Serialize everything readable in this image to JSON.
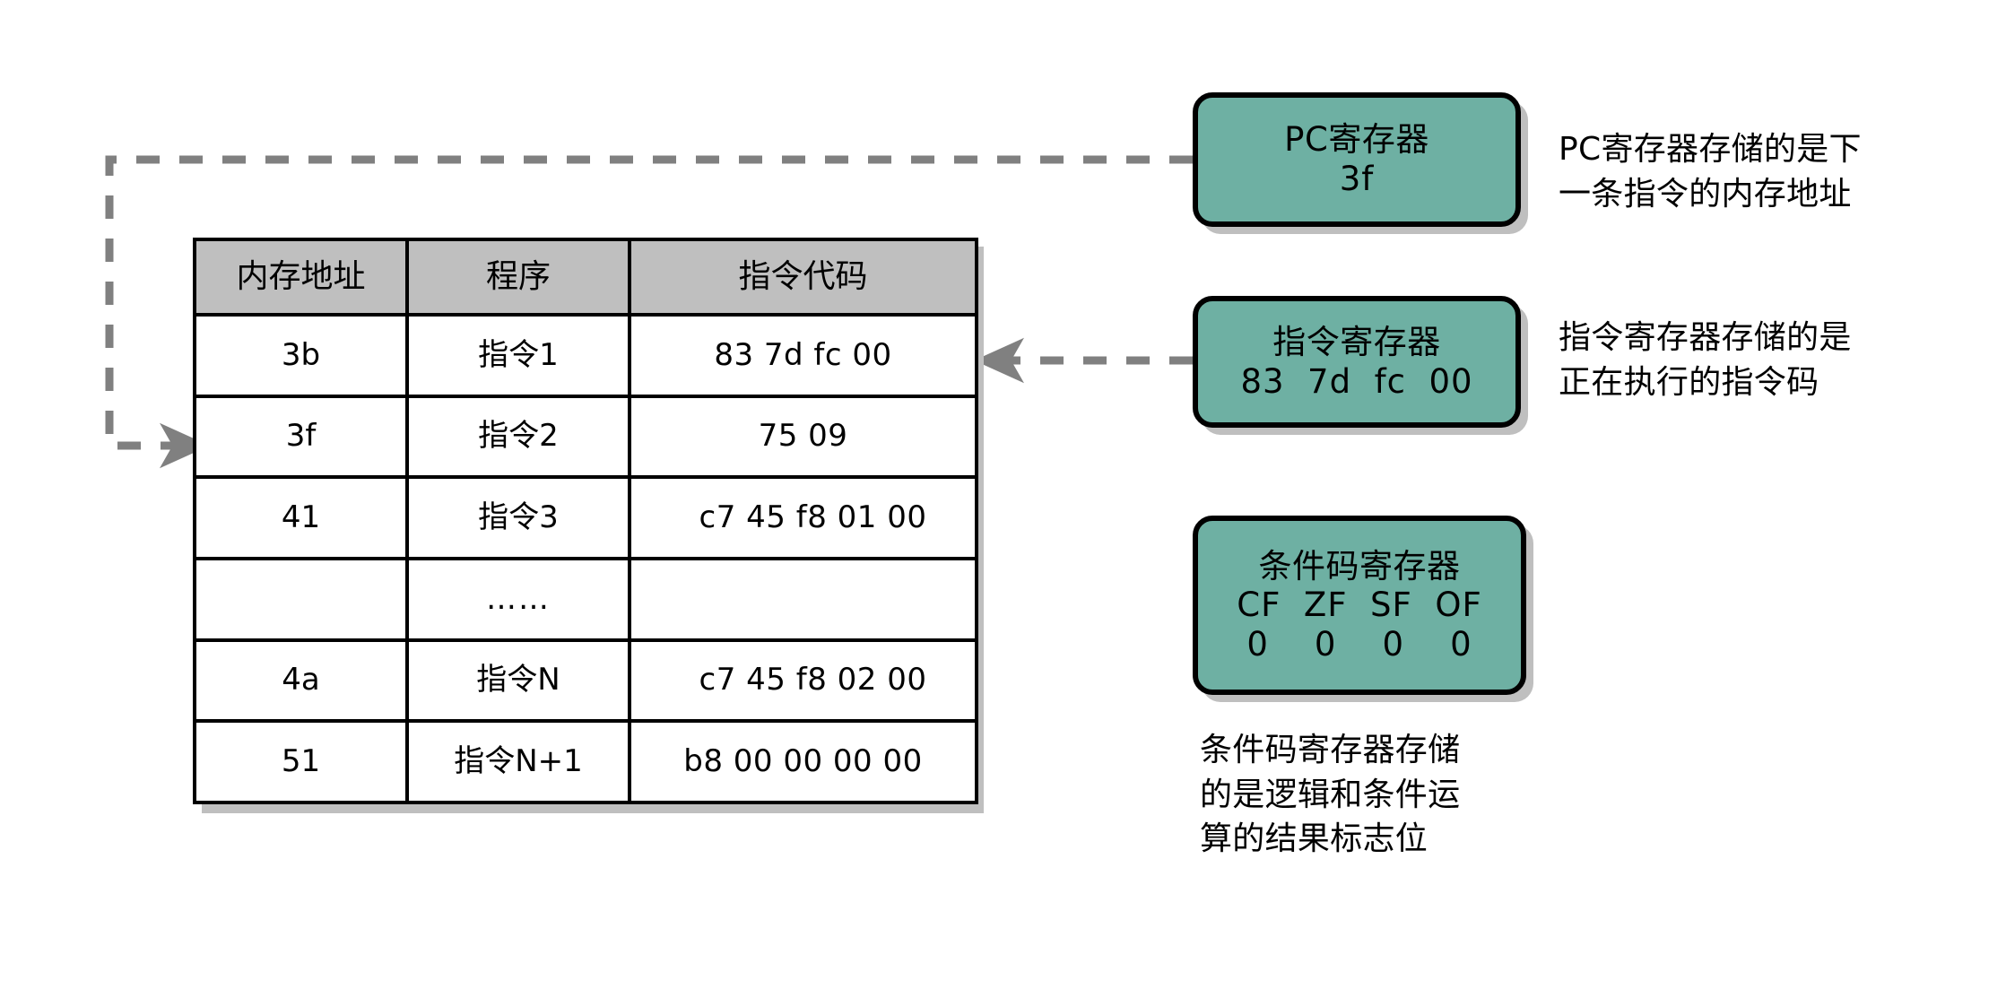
{
  "table": {
    "headers": [
      "内存地址",
      "程序",
      "指令代码"
    ],
    "rows": [
      {
        "address": "3b",
        "program": "指令1",
        "code": "83  7d  fc  00"
      },
      {
        "address": "3f",
        "program": "指令2",
        "code": "75  09"
      },
      {
        "address": "41",
        "program": "指令3",
        "code": "c7  45  f8  01  00"
      },
      {
        "address": "",
        "program": "……",
        "code": ""
      },
      {
        "address": "4a",
        "program": "指令N",
        "code": "c7  45  f8  02  00"
      },
      {
        "address": "51",
        "program": "指令N+1",
        "code": "b8  00  00  00  00"
      }
    ]
  },
  "registers": [
    {
      "name": "pc-register",
      "title": "PC寄存器",
      "value": "3f"
    },
    {
      "name": "ir-register",
      "title": "指令寄存器",
      "value": "83  7d  fc  00"
    },
    {
      "name": "flags-register",
      "title": "条件码寄存器",
      "flags": "CF  ZF  SF  OF",
      "value": "0    0    0    0"
    }
  ],
  "notes": {
    "pc": "PC寄存器存储的是下\n一条指令的内存地址",
    "ir": "指令寄存器存储的是\n正在执行的指令码",
    "flags": "条件码寄存器存储\n的是逻辑和条件运\n算的结果标志位"
  },
  "colors": {
    "register_fill": "#6eb0a3",
    "header_fill": "#bfbfbf",
    "shadow": "#bfbfbf",
    "connector": "#808080",
    "outline": "#000000"
  },
  "connectors": [
    {
      "name": "pc-to-memory-row",
      "from": "pc-register",
      "to": "memory-row-3f",
      "style": "dashed"
    },
    {
      "name": "ir-to-instruction-code",
      "from": "ir-register",
      "to": "memory-code-3b",
      "style": "dashed"
    }
  ]
}
